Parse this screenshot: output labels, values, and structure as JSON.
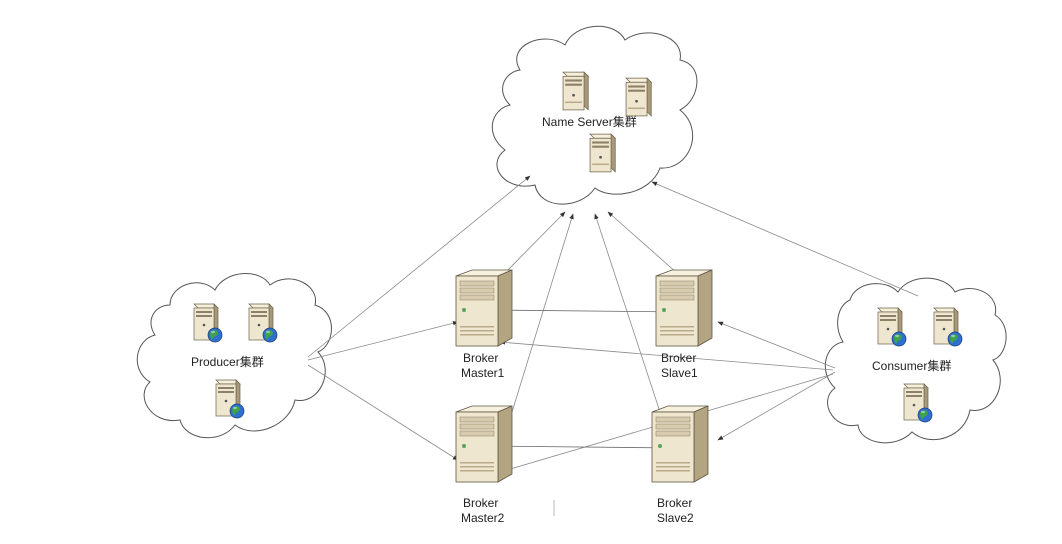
{
  "colors": {
    "server_body": "#efe6cf",
    "server_dark": "#b9ab8a",
    "globe": "#2f6fcf",
    "globe_green": "#3fa34a",
    "line": "#8a8a8a"
  },
  "clusters": {
    "nameserver": {
      "label": "Name Server集群",
      "icon": "server-icon"
    },
    "producer": {
      "label": "Producer集群",
      "icon": "server-globe-icon"
    },
    "consumer": {
      "label": "Consumer集群",
      "icon": "server-globe-icon"
    }
  },
  "brokers": {
    "master1": {
      "line1": "Broker",
      "line2": "Master1",
      "icon": "tower-server-icon"
    },
    "slave1": {
      "line1": "Broker",
      "line2": "Slave1",
      "icon": "tower-server-icon"
    },
    "master2": {
      "line1": "Broker",
      "line2": "Master2",
      "icon": "tower-server-icon"
    },
    "slave2": {
      "line1": "Broker",
      "line2": "Slave2",
      "icon": "tower-server-icon"
    }
  }
}
